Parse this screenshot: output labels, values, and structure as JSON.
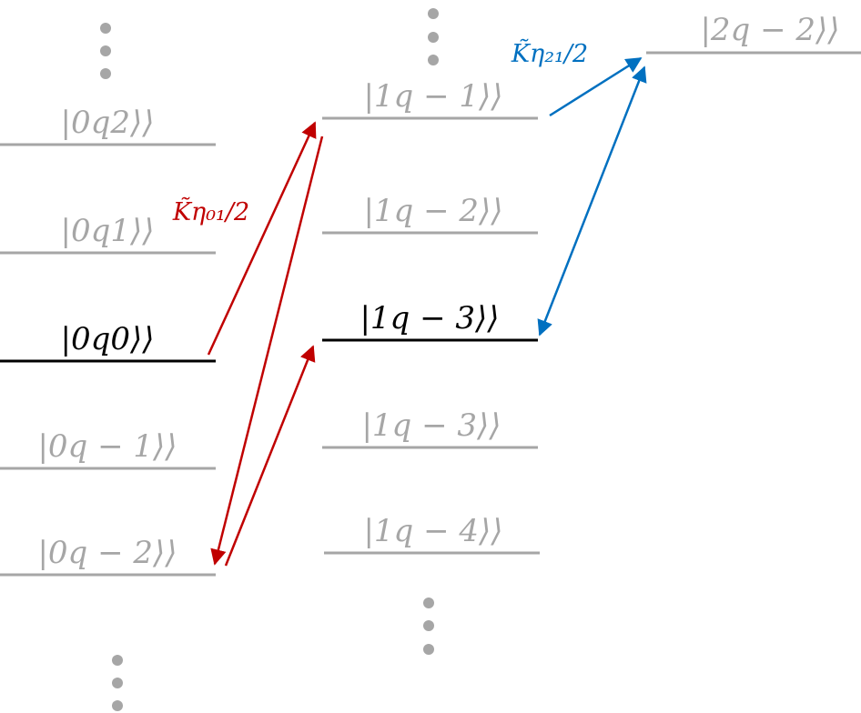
{
  "colors": {
    "inactive": "#a6a6a6",
    "active": "#000000",
    "red_coupling": "#c00000",
    "blue_coupling": "#0070c0",
    "dots": "#a6a6a6"
  },
  "levels": {
    "col0": [
      {
        "label": "|0q2⟩⟩",
        "active": false
      },
      {
        "label": "|0q1⟩⟩",
        "active": false
      },
      {
        "label": "|0q0⟩⟩",
        "active": true
      },
      {
        "label": "|0q − 1⟩⟩",
        "active": false
      },
      {
        "label": "|0q − 2⟩⟩",
        "active": false
      }
    ],
    "col1": [
      {
        "label": "|1q − 1⟩⟩",
        "active": false
      },
      {
        "label": "|1q − 2⟩⟩",
        "active": false
      },
      {
        "label": "|1q − 3⟩⟩",
        "active": true
      },
      {
        "label": "|1q − 3⟩⟩",
        "active": false
      },
      {
        "label": "|1q − 4⟩⟩",
        "active": false
      }
    ],
    "col2": [
      {
        "label": "|2q − 2⟩⟩",
        "active": false
      }
    ]
  },
  "couplings": {
    "red_label": "K̃η₀₁/2",
    "blue_label": "K̃η₂₁/2"
  }
}
